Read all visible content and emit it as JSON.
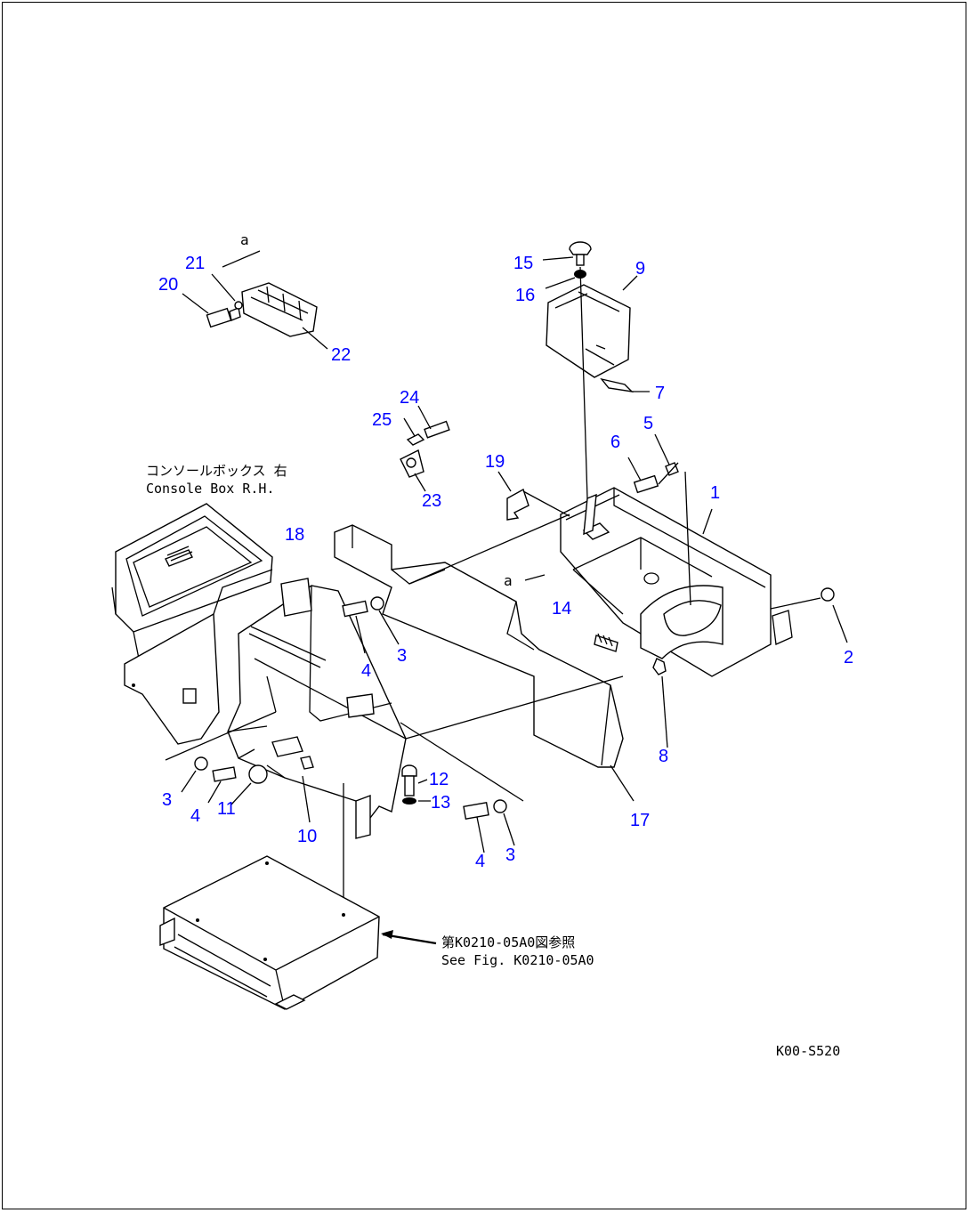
{
  "diagram": {
    "callouts": {
      "c1": "1",
      "c2": "2",
      "c3a": "3",
      "c3b": "3",
      "c3c": "3",
      "c4a": "4",
      "c4b": "4",
      "c4c": "4",
      "c5": "5",
      "c6": "6",
      "c7": "7",
      "c8": "8",
      "c9": "9",
      "c10": "10",
      "c11": "11",
      "c12": "12",
      "c13": "13",
      "c14": "14",
      "c15": "15",
      "c16": "16",
      "c17": "17",
      "c18": "18",
      "c19": "19",
      "c20": "20",
      "c21": "21",
      "c22": "22",
      "c23": "23",
      "c24": "24",
      "c25": "25"
    },
    "console_box_note": {
      "japanese": "コンソールボックス 右",
      "english": "Console Box R.H."
    },
    "see_fig_note": {
      "japanese": "第K0210-05A0図参照",
      "english": "See Fig. K0210-05A0"
    },
    "marker_a_top": "a",
    "marker_a_mid": "a",
    "figure_code": "K00-S520"
  },
  "colors": {
    "callout": "#0000ff",
    "line": "#000000",
    "background": "#ffffff"
  }
}
